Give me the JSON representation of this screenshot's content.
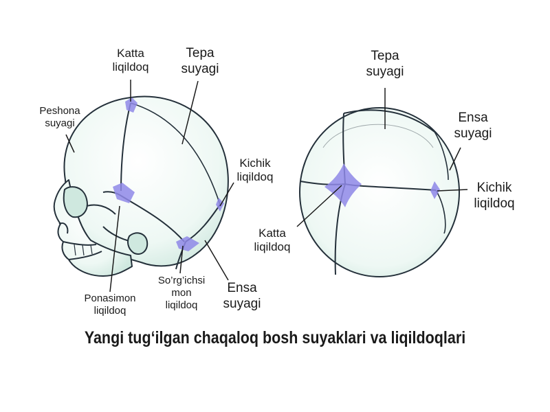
{
  "side_view": {
    "katta": [
      "Katta",
      "liqildoq"
    ],
    "tepa": [
      "Tepa",
      "suyagi"
    ],
    "peshona": [
      "Peshona",
      "suyagi"
    ],
    "kichik": [
      "Kichik",
      "liqildoq"
    ],
    "ponasimon": [
      "Ponasimon",
      "liqildoq"
    ],
    "sorgichsimon": [
      "So’rg’ichsi",
      "mon",
      "liqildoq"
    ],
    "ensa": [
      "Ensa",
      "suyagi"
    ]
  },
  "top_view": {
    "tepa": [
      "Tepa",
      "suyagi"
    ],
    "ensa": [
      "Ensa",
      "suyagi"
    ],
    "kichik": [
      "Kichik",
      "liqildoq"
    ],
    "katta": [
      "Katta",
      "liqildoq"
    ]
  },
  "caption": "Yangi tug‘ilgan chaqaloq bosh suyaklari va liqildoqlari",
  "colors": {
    "bone": "#eef8f4",
    "bone_shadow": "#cfe8df",
    "outline": "#24303a",
    "fontanelle": "#8f88e8"
  }
}
